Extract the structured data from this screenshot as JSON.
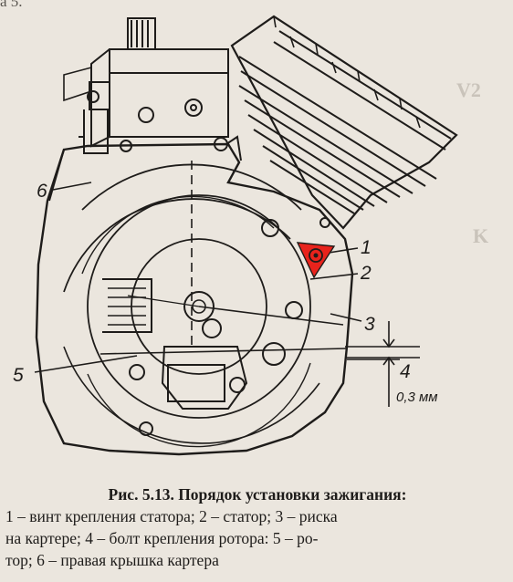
{
  "page_fragment": "а 5.",
  "figure": {
    "callouts": [
      {
        "number": "1",
        "meaning": "винт крепления статора"
      },
      {
        "number": "2",
        "meaning": "статор"
      },
      {
        "number": "3",
        "meaning": "риска на картере"
      },
      {
        "number": "4",
        "meaning": "болт крепления ротора"
      },
      {
        "number": "5",
        "meaning": "ротор"
      },
      {
        "number": "6",
        "meaning": "правая крышка картера"
      }
    ],
    "dimension_label": "0,3 мм",
    "highlight_color": "#e8231c",
    "line_color": "#1e1c1a"
  },
  "caption": {
    "title": "Рис. 5.13. Порядок установки зажигания:",
    "lines": [
      "1 – винт крепления статора; 2 – статор; 3 – риска",
      "на картере; 4 – болт крепления ротора: 5 – ро-",
      "тор; 6 – правая крышка картера"
    ]
  }
}
